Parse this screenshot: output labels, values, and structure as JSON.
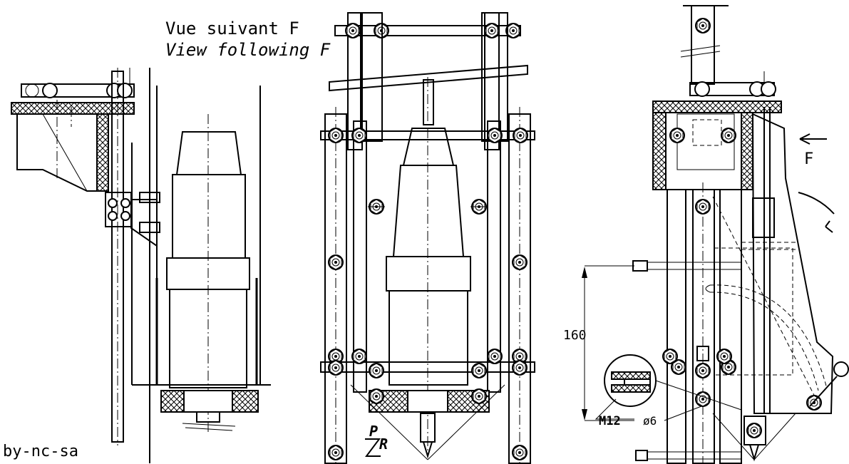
{
  "labels": {
    "view_title_fr": "Vue suivant F",
    "view_title_en": "View following F",
    "arrow_label": "F",
    "dimension_160": "160",
    "thread_m12": "M12",
    "diameter_6": "ø6",
    "pr_p": "P",
    "pr_r": "R",
    "license": "by-nc-sa"
  },
  "icons": {
    "arrow": "left-arrow-icon",
    "rotation": "rotation-arc-icon"
  },
  "colors": {
    "ink": "#000000",
    "paper": "#ffffff"
  }
}
